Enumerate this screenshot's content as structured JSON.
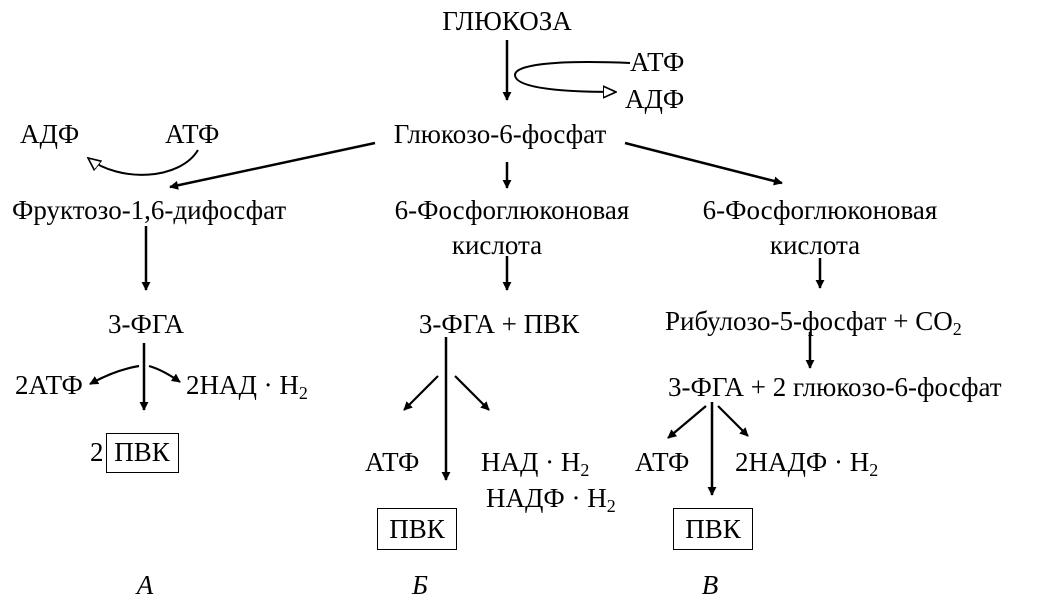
{
  "diagram": {
    "top": {
      "glucose": "ГЛЮКОЗА",
      "atp": "АТФ",
      "adp": "АДФ",
      "g6p": "Глюкозо-6-фосфат"
    },
    "pathway_a": {
      "adp": "АДФ",
      "atp": "АТФ",
      "fructose_bisphosphate": "Фруктозо-1,6-дифосфат",
      "fga": "3-ФГА",
      "atp_out": "2АТФ",
      "nadh_prefix": "2НАД · Н",
      "nadh_sub": "2",
      "pvk_coef": "2",
      "pvk": "ПВК",
      "label": "А"
    },
    "pathway_b": {
      "acid_line1": "6-Фосфоглюконовая",
      "acid_line2": "кислота",
      "fga_pvk": "3-ФГА + ПВК",
      "atp": "АТФ",
      "nadh_prefix": "НАД · Н",
      "nadh_sub": "2",
      "nadph_prefix": "НАДФ · Н",
      "nadph_sub": "2",
      "pvk": "ПВК",
      "label": "Б"
    },
    "pathway_v": {
      "acid_line1": "6-Фосфоглюконовая",
      "acid_line2": "кислота",
      "ribulose_prefix": "Рибулозо-5-фосфат + СО",
      "ribulose_sub": "2",
      "fga_g6p": "3-ФГА + 2 глюкозо-6-фосфат",
      "atp": "АТФ",
      "nadph_prefix": "2НАДФ · Н",
      "nadph_sub": "2",
      "pvk": "ПВК",
      "label": "В"
    }
  },
  "colors": {
    "ink": "#000000",
    "background": "#ffffff"
  }
}
